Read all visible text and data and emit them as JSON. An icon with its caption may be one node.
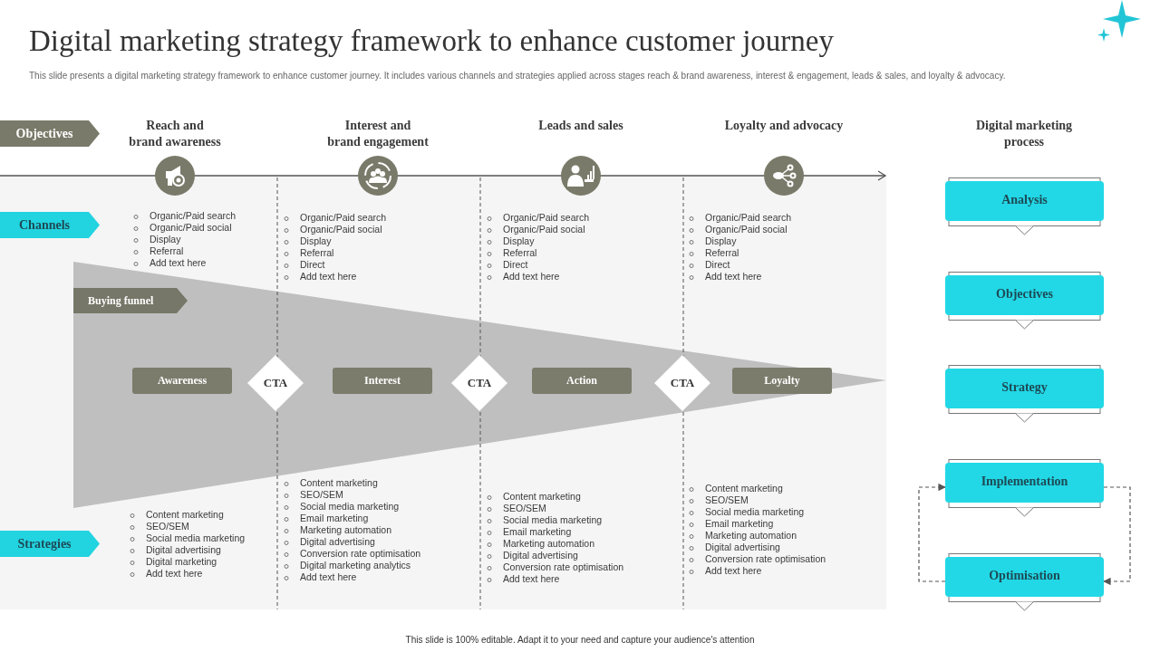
{
  "diagram": {
    "title": "Digital marketing strategy framework to enhance customer journey",
    "nodes": [
      {
        "text": [
          "Objectives"
        ]
      },
      {
        "text": [
          "Channels"
        ]
      },
      {
        "text": [
          "Strategies"
        ]
      },
      {
        "text": [
          "Buying funnel"
        ]
      },
      {
        "text": [
          "Awareness"
        ]
      },
      {
        "text": [
          "CTA"
        ]
      },
      {
        "text": [
          "Interest"
        ]
      },
      {
        "text": [
          "CTA"
        ]
      },
      {
        "text": [
          "Action"
        ]
      },
      {
        "text": [
          "CTA"
        ]
      },
      {
        "text": [
          "Loyalty"
        ]
      },
      {
        "text": [
          "Analysis"
        ]
      },
      {
        "text": [
          "Objectives"
        ]
      },
      {
        "text": [
          "Strategy"
        ]
      },
      {
        "text": [
          "Implementation"
        ]
      },
      {
        "text": [
          "Optimisation"
        ]
      }
    ],
    "edges": [
      {
        "from": 14,
        "to": 15,
        "arrow": "to",
        "style": "dashed"
      },
      {
        "from": 15,
        "to": 14,
        "arrow": "to",
        "style": "dashed"
      }
    ],
    "labels": [
      "This slide presents a digital marketing strategy framework to enhance customer journey. It includes various channels and strategies applied across stages reach & brand awareness, interest & engagement, leads & sales, and loyalty & advocacy.",
      "Reach and brand awareness",
      "Interest and brand engagement",
      "Leads and sales",
      "Loyalty and advocacy",
      "Digital marketing process",
      "Organic/Paid search",
      "Organic/Paid social",
      "Display",
      "Referral",
      "Add text here",
      "Organic/Paid search",
      "Organic/Paid social",
      "Display",
      "Referral",
      "Direct",
      "Add text here",
      "Organic/Paid search",
      "Organic/Paid social",
      "Display",
      "Referral",
      "Direct",
      "Add text here",
      "Organic/Paid search",
      "Organic/Paid social",
      "Display",
      "Referral",
      "Direct",
      "Add text here",
      "Content marketing",
      "SEO/SEM",
      "Social media marketing",
      "Digital advertising",
      "Digital marketing",
      "Add text here",
      "Content marketing",
      "SEO/SEM",
      "Social media marketing",
      "Email marketing",
      "Marketing automation",
      "Digital advertising",
      "Conversion rate optimisation",
      "Digital marketing analytics",
      "Add text here",
      "Content marketing",
      "SEO/SEM",
      "Social media marketing",
      "Email marketing",
      "Marketing automation",
      "Digital advertising",
      "Conversion rate optimisation",
      "Add text here",
      "Content marketing",
      "SEO/SEM",
      "Social media marketing",
      "Email marketing",
      "Marketing automation",
      "Digital advertising",
      "Conversion rate optimisation",
      "Add text here",
      "This slide is 100% editable. Adapt it to your need and capture your audience's attention"
    ]
  }
}
